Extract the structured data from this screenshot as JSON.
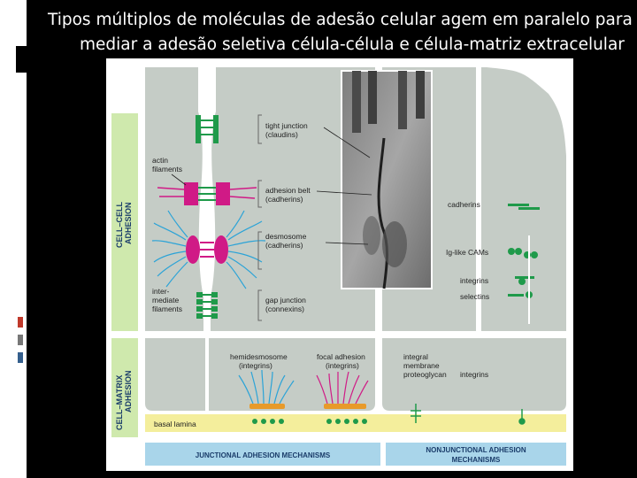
{
  "title": {
    "line1": "Tipos múltiplos de moléculas de adesão celular agem em paralelo para",
    "line2": "mediar a adesão seletiva célula-célula e célula-matriz extracelular"
  },
  "colors": {
    "cell": "#c5ccc6",
    "cell_border": "#ffffff",
    "side_label_bg": "#cfe9ad",
    "tight_junction": "#1f9a4a",
    "cadherin": "#d01a86",
    "intermediate_filament": "#2ba3d7",
    "lamina": "#f4ee9c",
    "footer_bar": "#a9d5ea",
    "plaque": "#e89a2a"
  },
  "figure": {
    "side_labels": {
      "cell_cell": [
        "CELL–CELL",
        "ADHESION"
      ],
      "cell_matrix": [
        "CELL–MATRIX",
        "ADHESION"
      ]
    },
    "left_labels": {
      "actin": [
        "actin",
        "filaments"
      ],
      "intermediate": [
        "inter-",
        "mediate",
        "filaments"
      ]
    },
    "junction_labels": {
      "tight": [
        "tight junction",
        "(claudins)"
      ],
      "belt": [
        "adhesion belt",
        "(cadherins)"
      ],
      "desmosome": [
        "desmosome",
        "(cadherins)"
      ],
      "gap": [
        "gap junction",
        "(connexins)"
      ]
    },
    "right_labels": {
      "cadherins": "cadherins",
      "ig": "Ig-like CAMs",
      "integrins": "integrins",
      "selectins": "selectins"
    },
    "matrix_labels": {
      "hemi": [
        "hemidesmosome",
        "(integrins)"
      ],
      "focal": [
        "focal adhesion",
        "(integrins)"
      ],
      "proteoglycan": [
        "integral",
        "membrane",
        "proteoglycan"
      ],
      "integrins2": "integrins",
      "basal": "basal lamina"
    },
    "footer": {
      "junctional": "JUNCTIONAL ADHESION MECHANISMS",
      "nonjunctional": [
        "NONJUNCTIONAL ADHESION",
        "MECHANISMS"
      ]
    }
  }
}
